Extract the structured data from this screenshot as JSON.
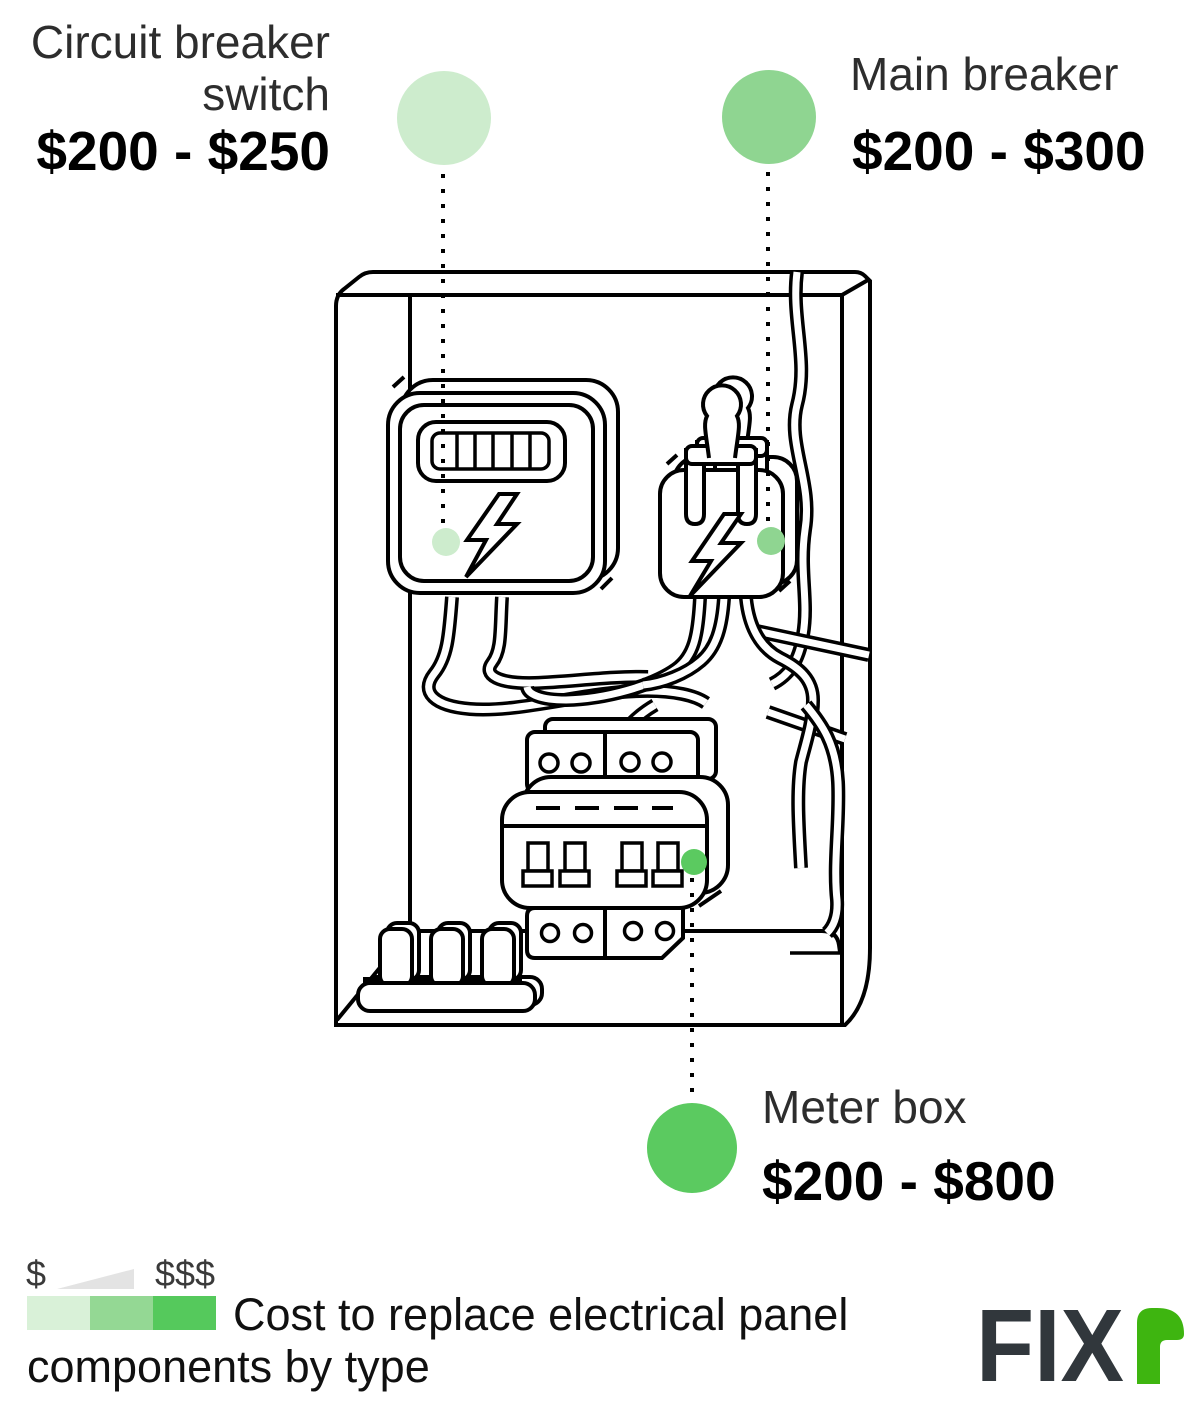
{
  "annotations": [
    {
      "label_line1": "Circuit breaker",
      "label_line2": "switch",
      "price": "$200 - $250",
      "marker_color": "#cdeccd"
    },
    {
      "label_line1": "Main breaker",
      "price": "$200 - $300",
      "marker_color": "#8fd591"
    },
    {
      "label_line1": "Meter box",
      "price": "$200 - $800",
      "marker_color": "#5bca60"
    }
  ],
  "legend": {
    "min_symbol": "$",
    "max_symbol": "$$$",
    "scale_colors": [
      "#d9f1d8",
      "#94d894",
      "#55c95c"
    ],
    "wedge_color": "#e3e3e3"
  },
  "caption": {
    "line1": "Cost to replace electrical panel",
    "line2": "components by type"
  },
  "logo": {
    "text": "FIX",
    "accent_letter": "r",
    "text_color": "#31373c",
    "accent_color": "#3eb510"
  }
}
